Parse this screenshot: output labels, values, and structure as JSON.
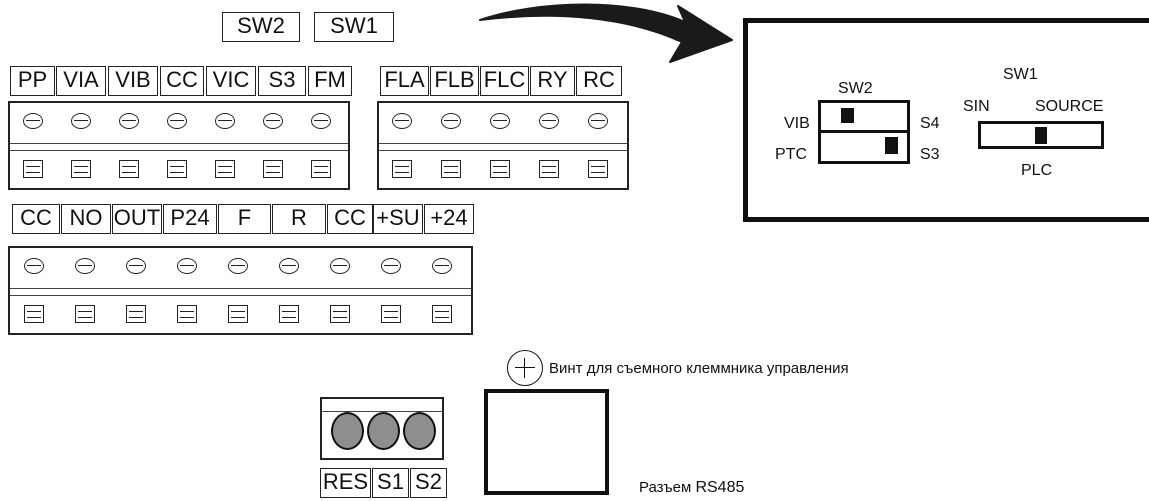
{
  "top_switches": [
    "SW2",
    "SW1"
  ],
  "row1_left_labels": [
    "PP",
    "VIA",
    "VIB",
    "CC",
    "VIC",
    "S3",
    "FM"
  ],
  "row1_right_labels": [
    "FLA",
    "FLB",
    "FLC",
    "RY",
    "RC"
  ],
  "row2_labels": [
    "CC",
    "NO",
    "OUT",
    "P24",
    "F",
    "R",
    "CC",
    "+SU",
    "+24"
  ],
  "bottom_small_labels": [
    "RES",
    "S1",
    "S2"
  ],
  "inset": {
    "sw2_title": "SW2",
    "sw2_left_top": "VIB",
    "sw2_left_bottom": "PTC",
    "sw2_right_top": "S4",
    "sw2_right_bottom": "S3",
    "sw1_title": "SW1",
    "sw1_left": "SIN",
    "sw1_right": "SOURCE",
    "sw1_bottom": "PLC"
  },
  "screw_note": "Винт для съемного клеммника управления",
  "rs485_prefix": "Разъем",
  "rs485_suffix": "RS485"
}
